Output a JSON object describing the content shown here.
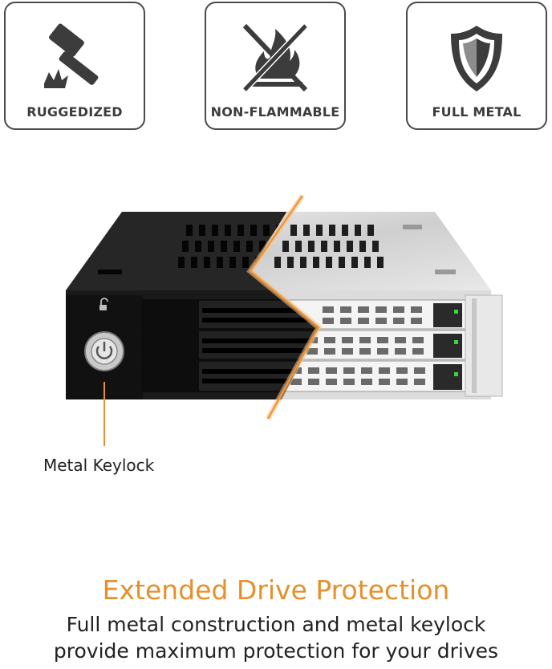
{
  "badges": [
    {
      "label": "RUGGEDIZED",
      "icon": "hammer-icon"
    },
    {
      "label": "NON-FLAMMABLE",
      "icon": "no-fire-icon"
    },
    {
      "label": "FULL METAL",
      "icon": "shield-icon"
    }
  ],
  "callout": {
    "label": "Metal Keylock"
  },
  "headline": "Extended Drive Protection",
  "subtext": {
    "line1": "Full metal construction and metal keylock",
    "line2": "provide maximum protection for your drives"
  },
  "colors": {
    "accent": "#e5902a",
    "badge_border": "#4a4a4a",
    "text": "#222222"
  }
}
